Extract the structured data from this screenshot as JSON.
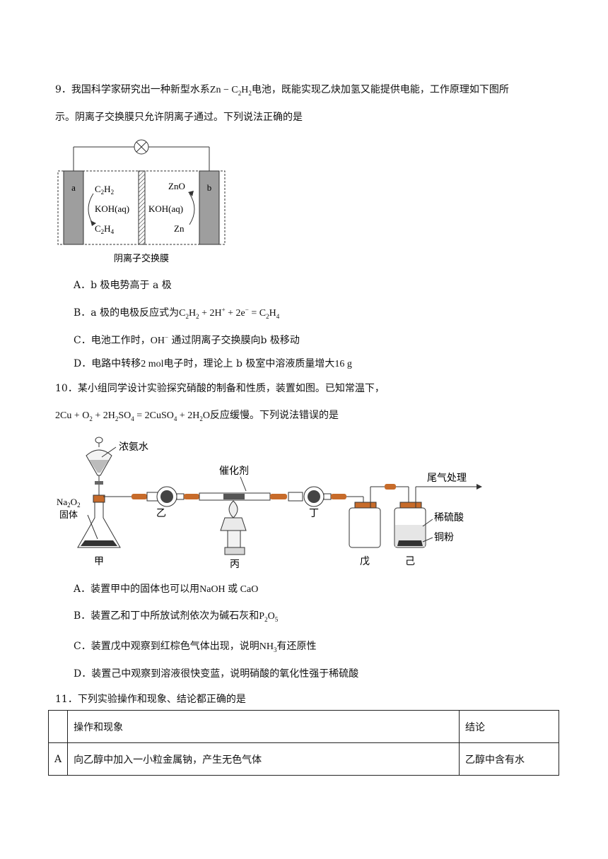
{
  "q9": {
    "line1_prefix": "9．我国科学家研究出一种新型水系",
    "formula": "Zn − C",
    "line1_suffix": "电池，既能实现乙炔加氢又能提供电能，工作原理如下图所",
    "line2": "示。阴离子交换膜只允许阴离子通过。下列说法正确的是",
    "figure": {
      "electrode_a": "a",
      "electrode_b": "b",
      "left_top": "C2H2",
      "left_mid": "KOH(aq)",
      "left_bot": "C2H4",
      "right_top": "ZnO",
      "right_mid": "KOH(aq)",
      "right_bot": "Zn",
      "caption": "阴离子交换膜"
    },
    "options": {
      "A": "A．b 极电势高于 a 极",
      "B_prefix": "B．a 极的电极反应式为",
      "C_prefix": "C．电池工作时，",
      "C_ion": "OH",
      "C_suffix": "通过阴离子交换膜向",
      "C_end": "b 极移动",
      "D_prefix": "D．电路中转移",
      "D_amount": "2 mol",
      "D_mid": "电子时，理论上 b 极室中溶液质量增大",
      "D_mass": "16 g"
    }
  },
  "q10": {
    "line1": "10．某小组同学设计实验探究硝酸的制备和性质，装置如图。已知常温下，",
    "line2_suffix": "反应缓慢。下列说法错误的是",
    "figure": {
      "label_ammonia": "浓氨水",
      "label_catalyst": "催化剂",
      "label_tail": "尾气处理",
      "label_na2o2": "Na",
      "label_solid": "固体",
      "label_acid": "稀硫酸",
      "label_copper": "铜粉",
      "label_jia": "甲",
      "label_yi": "乙",
      "label_bing": "丙",
      "label_ding": "丁",
      "label_wu": "戊",
      "label_ji": "己"
    },
    "options": {
      "A_prefix": "A．装置甲中的固体也可以用",
      "A_chem": "NaOH 或 CaO",
      "B_prefix": "B．装置乙和丁中所放试剂依次为碱石灰和",
      "C_prefix": "C．装置戊中观察到红棕色气体出现，说明",
      "C_chem": "NH",
      "C_suffix": "有还原性",
      "D": "D．装置己中观察到溶液很快变蓝，说明硝酸的氧化性强于稀硫酸"
    }
  },
  "q11": {
    "title": "11．下列实验操作和现象、结论都正确的是",
    "table": {
      "header": [
        "",
        "操作和现象",
        "结论"
      ],
      "rows": [
        [
          "A",
          "向乙醇中加入一小粒金属钠，产生无色气体",
          "乙醇中含有水"
        ]
      ]
    }
  },
  "colors": {
    "electrode": "#9e9e9e",
    "stopper": "#c76b2a",
    "text": "#111111"
  }
}
